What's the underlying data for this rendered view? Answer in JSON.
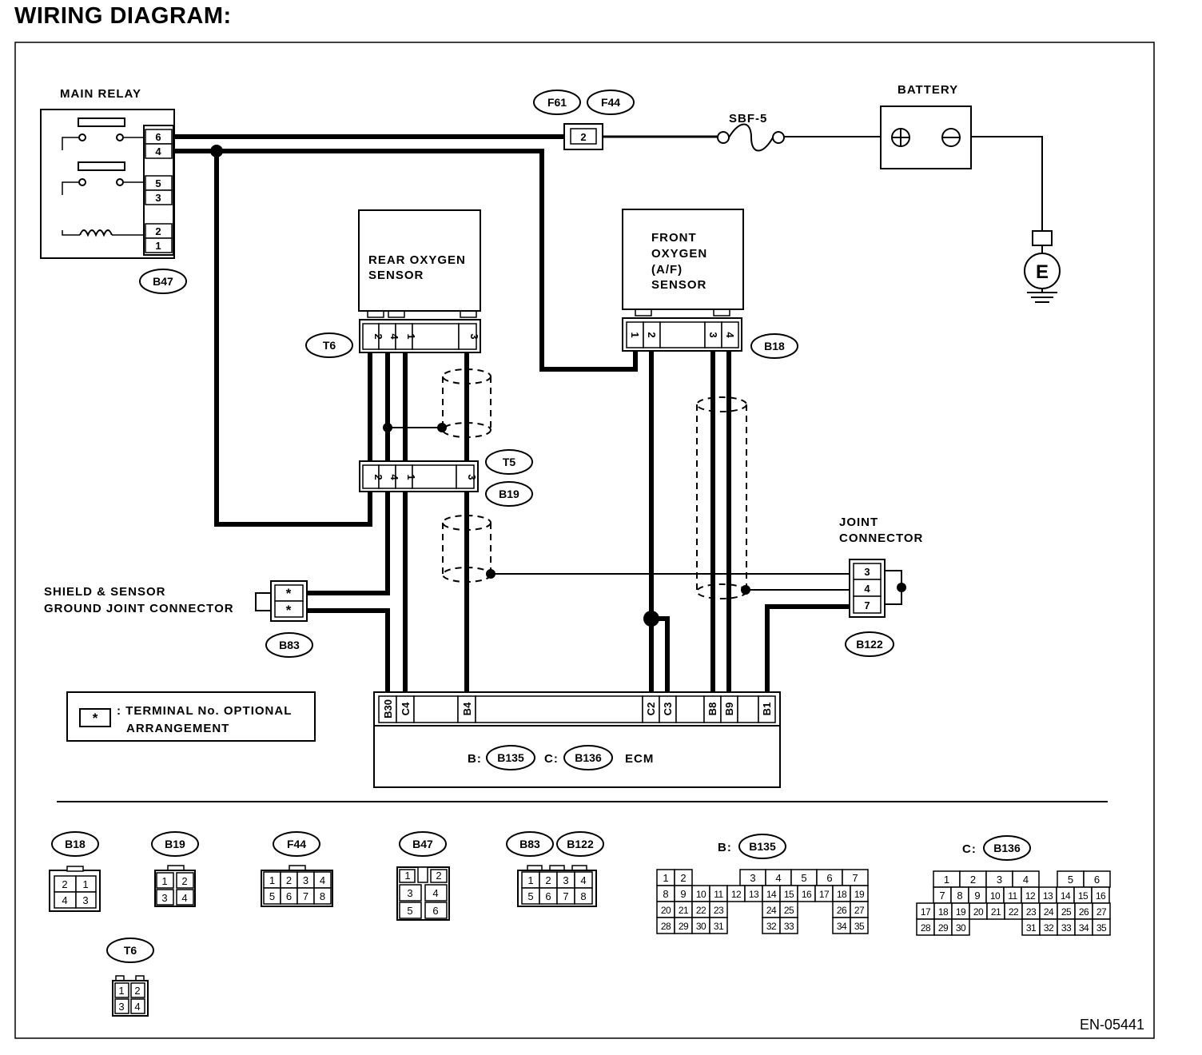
{
  "page": {
    "title": "WIRING DIAGRAM:",
    "doc_id": "EN-05441"
  },
  "components": {
    "main_relay": {
      "label": "MAIN RELAY",
      "connector": "B47",
      "pins": [
        "6",
        "4",
        "5",
        "3",
        "2",
        "1"
      ]
    },
    "battery": {
      "label": "BATTERY"
    },
    "fuse": {
      "label": "SBF-5"
    },
    "fuse_connector": {
      "pin": "2",
      "tags": [
        "F61",
        "F44"
      ]
    },
    "rear_o2": {
      "line1": "REAR OXYGEN",
      "line2": "SENSOR",
      "connector": "T6",
      "pins": [
        "2",
        "4",
        "1",
        "3"
      ]
    },
    "front_o2": {
      "line1": "FRONT",
      "line2": "OXYGEN",
      "line3": "(A/F)",
      "line4": "SENSOR",
      "connector": "B18",
      "pins": [
        "1",
        "2",
        "3",
        "4"
      ]
    },
    "inline_connector": {
      "tags": [
        "T5",
        "B19"
      ],
      "pins": [
        "2",
        "4",
        "1",
        "3"
      ]
    },
    "joint_connector": {
      "line1": "JOINT",
      "line2": "CONNECTOR",
      "connector": "B122",
      "pins": [
        "3",
        "4",
        "7"
      ]
    },
    "shield_ground": {
      "line1": "SHIELD & SENSOR",
      "line2": "GROUND JOINT CONNECTOR",
      "connector": "B83",
      "pins": [
        "*",
        "*"
      ]
    },
    "ground_symbol": "E",
    "ecm": {
      "label": "ECM",
      "b_prefix": "B:",
      "b_connector": "B135",
      "c_prefix": "C:",
      "c_connector": "B136",
      "terminals": [
        "B30",
        "C4",
        "B4",
        "C2",
        "C3",
        "B8",
        "B9",
        "B1"
      ]
    }
  },
  "legend": {
    "symbol": "*",
    "line1": ": TERMINAL No. OPTIONAL",
    "line2": "ARRANGEMENT"
  },
  "connector_views": {
    "B18": {
      "label": "B18",
      "rows": [
        [
          "2",
          "1"
        ],
        [
          "4",
          "3"
        ]
      ]
    },
    "B19": {
      "label": "B19",
      "rows": [
        [
          "1",
          "2"
        ],
        [
          "3",
          "4"
        ]
      ]
    },
    "F44": {
      "label": "F44",
      "rows": [
        [
          "1",
          "2",
          "3",
          "4"
        ],
        [
          "5",
          "6",
          "7",
          "8"
        ]
      ]
    },
    "B47": {
      "label": "B47",
      "rows": [
        [
          "1",
          "",
          "2"
        ],
        [
          "3",
          "4"
        ],
        [
          "5",
          "6"
        ]
      ]
    },
    "B83_B122": {
      "labels": [
        "B83",
        "B122"
      ],
      "rows": [
        [
          "1",
          "2",
          "3",
          "4"
        ],
        [
          "5",
          "6",
          "7",
          "8"
        ]
      ]
    },
    "B135": {
      "prefix": "B:",
      "label": "B135",
      "rows": [
        [
          "1",
          "2",
          "",
          "",
          "3",
          "4",
          "5",
          "6",
          "7"
        ],
        [
          "8",
          "9",
          "10",
          "11",
          "12",
          "13",
          "14",
          "15",
          "16",
          "17",
          "18",
          "19"
        ],
        [
          "20",
          "21",
          "22",
          "23",
          "",
          "",
          "24",
          "25",
          "",
          "",
          "26",
          "27"
        ],
        [
          "28",
          "29",
          "30",
          "31",
          "",
          "",
          "32",
          "33",
          "",
          "",
          "34",
          "35"
        ]
      ]
    },
    "B136": {
      "prefix": "C:",
      "label": "B136",
      "rows": [
        [
          "1",
          "2",
          "3",
          "4",
          "",
          "5",
          "6"
        ],
        [
          "7",
          "8",
          "9",
          "10",
          "11",
          "12",
          "13",
          "14",
          "15",
          "16"
        ],
        [
          "17",
          "18",
          "19",
          "20",
          "21",
          "22",
          "23",
          "24",
          "25",
          "26",
          "27"
        ],
        [
          "28",
          "29",
          "30",
          "",
          "",
          "",
          "31",
          "32",
          "33",
          "34",
          "35"
        ]
      ]
    },
    "T6": {
      "label": "T6",
      "rows": [
        [
          "1",
          "2"
        ],
        [
          "3",
          "4"
        ]
      ]
    }
  }
}
